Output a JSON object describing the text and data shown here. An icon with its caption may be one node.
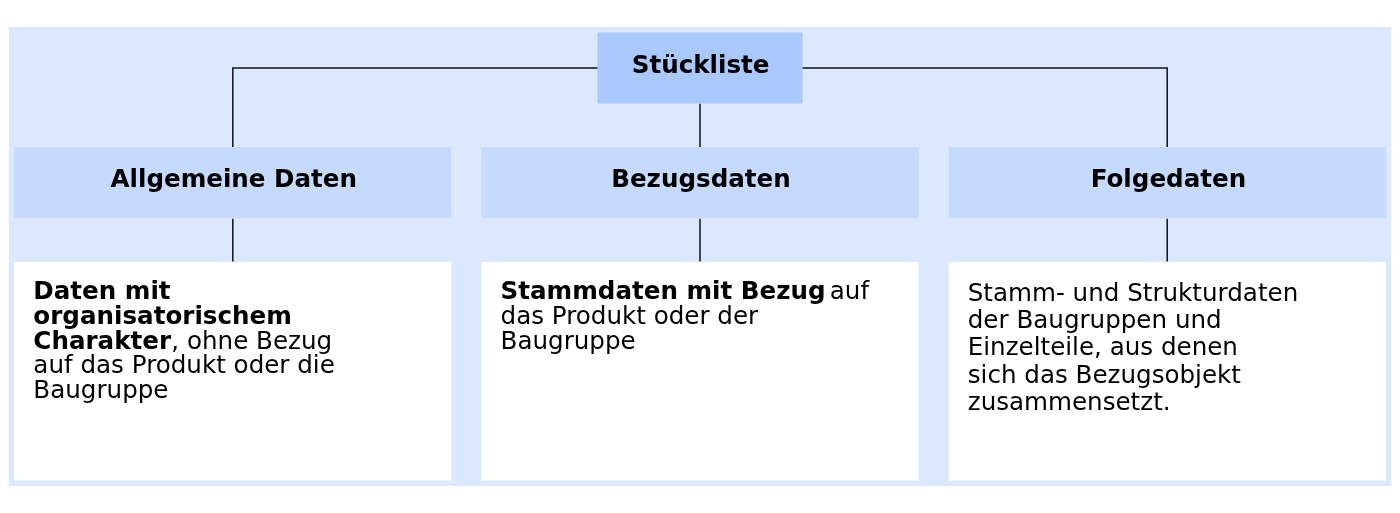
{
  "diagram": {
    "nodes": [
      {
        "text": [
          "Stückliste"
        ]
      },
      {
        "text": [
          "Allgemeine Daten"
        ]
      },
      {
        "text": [
          "Bezugsdaten"
        ]
      },
      {
        "text": [
          "Folgedaten"
        ]
      },
      {
        "text": [
          "**Daten mit organisatorischem Charakter**, ohne Bezug auf das Produkt oder die Baugruppe"
        ]
      },
      {
        "text": [
          "**Stammdaten mit Bezug** auf das Produkt oder der Baugruppe"
        ]
      },
      {
        "text": [
          "Stamm- und Strukturdaten der Baugruppen und Einzelteile, aus denen sich das Bezugsobjekt zusammensetzt."
        ]
      }
    ],
    "edges": [
      {
        "from": 0,
        "to": 1,
        "arrow": "none"
      },
      {
        "from": 0,
        "to": 2,
        "arrow": "none"
      },
      {
        "from": 0,
        "to": 3,
        "arrow": "none"
      },
      {
        "from": 1,
        "to": 4,
        "arrow": "none"
      },
      {
        "from": 2,
        "to": 5,
        "arrow": "none"
      },
      {
        "from": 3,
        "to": 6,
        "arrow": "none"
      }
    ]
  }
}
